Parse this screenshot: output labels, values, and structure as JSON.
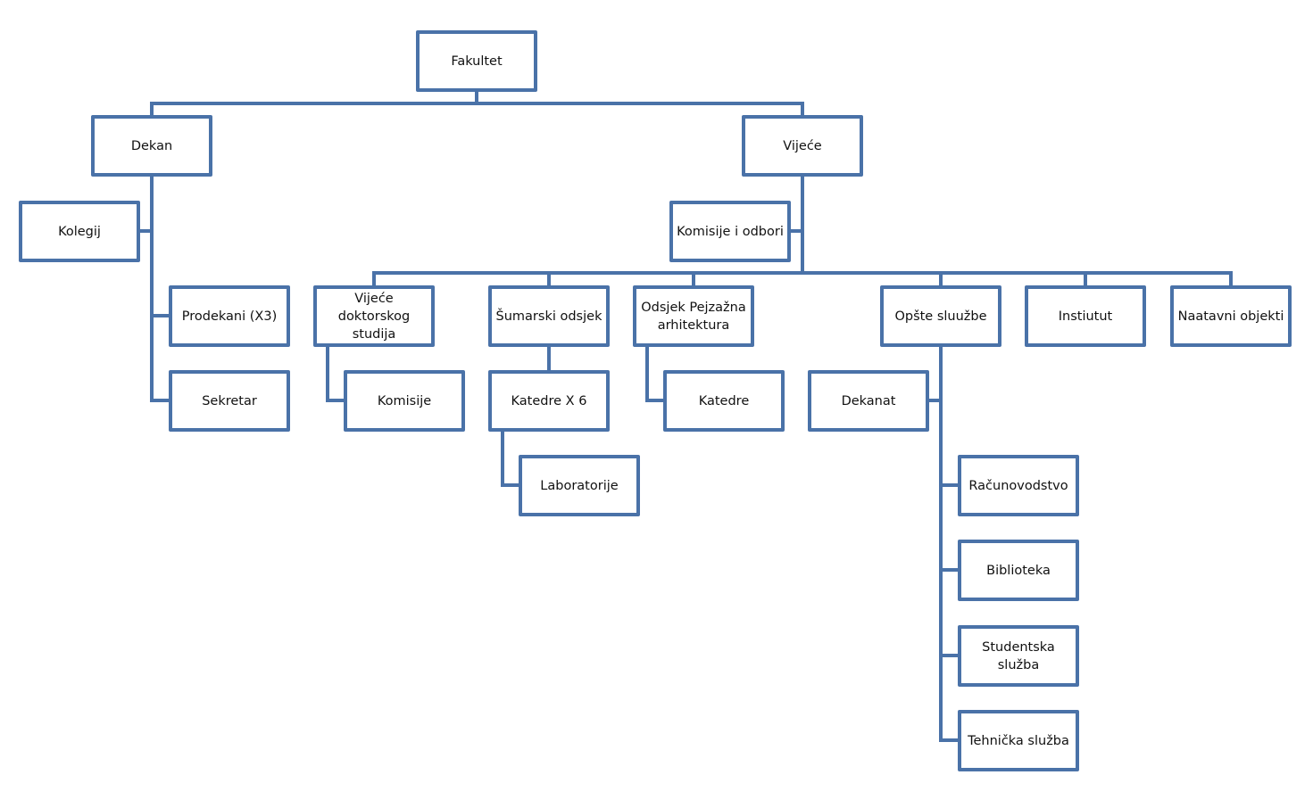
{
  "diagram": {
    "type": "org-chart",
    "colors": {
      "line": "#4a72a8",
      "box_fill": "#ffffff",
      "text": "#111111"
    },
    "nodes": {
      "fakultet": {
        "label": "Fakultet"
      },
      "dekan": {
        "label": "Dekan",
        "parent": "fakultet"
      },
      "vijece": {
        "label": "Vijeće",
        "parent": "fakultet"
      },
      "kolegij": {
        "label": "Kolegij",
        "parent": "dekan"
      },
      "prodekani": {
        "label": "Prodekani (X3)",
        "parent": "dekan"
      },
      "sekretar": {
        "label": "Sekretar",
        "parent": "dekan"
      },
      "komisije_odbori": {
        "label": "Komisije i odbori",
        "parent": "vijece"
      },
      "vijece_doktorskog": {
        "label": "Vijeće doktorskog studija",
        "parent": "vijece"
      },
      "sumarski": {
        "label": "Šumarski odsjek",
        "parent": "vijece"
      },
      "pejzazna": {
        "label": "Odsjek Pejzažna arhitektura",
        "parent": "vijece"
      },
      "opste": {
        "label": "Opšte sluužbe",
        "parent": "vijece"
      },
      "instiutut": {
        "label": "Instiutut",
        "parent": "vijece"
      },
      "naatavni": {
        "label": "Naatavni objekti",
        "parent": "vijece"
      },
      "komisije": {
        "label": "Komisije",
        "parent": "vijece_doktorskog"
      },
      "katedre_x6": {
        "label": "Katedre X 6",
        "parent": "sumarski"
      },
      "laboratorije": {
        "label": "Laboratorije",
        "parent": "katedre_x6"
      },
      "katedre": {
        "label": "Katedre",
        "parent": "pejzazna"
      },
      "dekanat": {
        "label": "Dekanat",
        "parent": "opste"
      },
      "racunovodstvo": {
        "label": "Računovodstvo",
        "parent": "opste"
      },
      "biblioteka": {
        "label": "Biblioteka",
        "parent": "opste"
      },
      "studentska": {
        "label": "Studentska služba",
        "parent": "opste"
      },
      "tehnicka": {
        "label": "Tehnička služba",
        "parent": "opste"
      }
    }
  }
}
